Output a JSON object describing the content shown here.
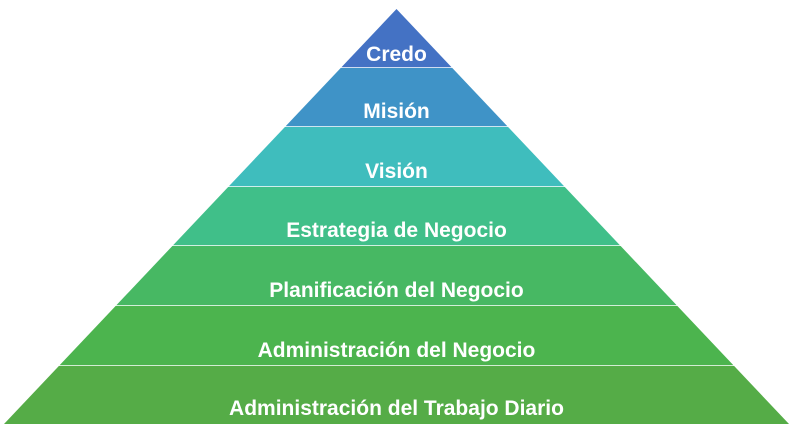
{
  "diagram": {
    "levels": [
      {
        "label": "Credo",
        "color": "#4472C4"
      },
      {
        "label": "Misión",
        "color": "#3F93C7"
      },
      {
        "label": "Visión",
        "color": "#3FBDBD"
      },
      {
        "label": "Estrategia de Negocio",
        "color": "#40BF89"
      },
      {
        "label": "Planificación del Negocio",
        "color": "#47B863"
      },
      {
        "label": "Administración del Negocio",
        "color": "#4CB44E"
      },
      {
        "label": "Administración del Trabajo Diario",
        "color": "#55AC47"
      }
    ],
    "separator_color": "#ffffff"
  }
}
